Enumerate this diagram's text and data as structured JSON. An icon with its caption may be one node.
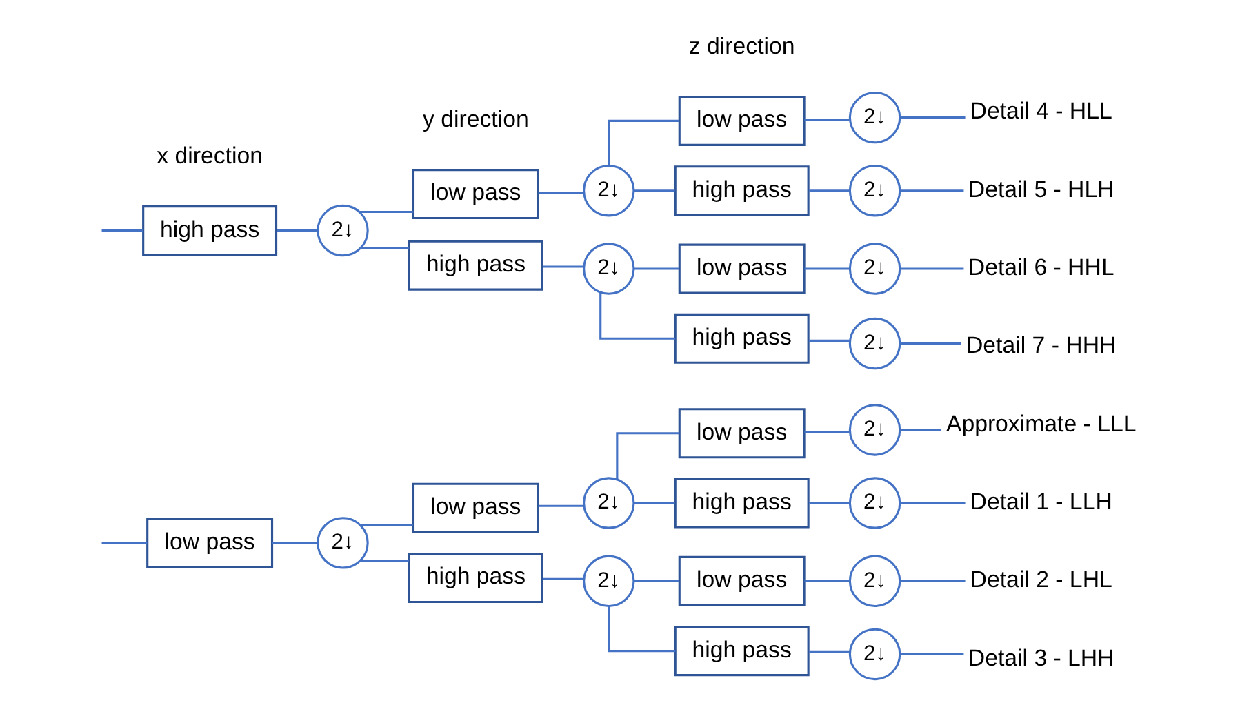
{
  "diagram": {
    "nodes": [
      {
        "text": [
          "low pass"
        ]
      },
      {
        "text": [
          "2↓"
        ]
      },
      {
        "text": [
          "low pass"
        ]
      },
      {
        "text": [
          "2↓"
        ]
      },
      {
        "text": [
          "low pass"
        ]
      },
      {
        "text": [
          "2↓"
        ]
      },
      {
        "text": [
          "Approximate - LLL"
        ]
      },
      {
        "text": [
          "high pass"
        ]
      },
      {
        "text": [
          "2↓"
        ]
      },
      {
        "text": [
          "Detail 1 - LLH"
        ]
      },
      {
        "text": [
          "high pass"
        ]
      },
      {
        "text": [
          "2↓"
        ]
      },
      {
        "text": [
          "low pass"
        ]
      },
      {
        "text": [
          "2↓"
        ]
      },
      {
        "text": [
          "Detail 2 - LHL"
        ]
      },
      {
        "text": [
          "high pass"
        ]
      },
      {
        "text": [
          "2↓"
        ]
      },
      {
        "text": [
          "Detail 3 - LHH"
        ]
      },
      {
        "text": [
          "high pass"
        ]
      },
      {
        "text": [
          "2↓"
        ]
      },
      {
        "text": [
          "low pass"
        ]
      },
      {
        "text": [
          "2↓"
        ]
      },
      {
        "text": [
          "low pass"
        ]
      },
      {
        "text": [
          "2↓"
        ]
      },
      {
        "text": [
          "Detail 4 - HLL"
        ]
      },
      {
        "text": [
          "high pass"
        ]
      },
      {
        "text": [
          "2↓"
        ]
      },
      {
        "text": [
          "Detail 5 - HLH"
        ]
      },
      {
        "text": [
          "high pass"
        ]
      },
      {
        "text": [
          "2↓"
        ]
      },
      {
        "text": [
          "low pass"
        ]
      },
      {
        "text": [
          "2↓"
        ]
      },
      {
        "text": [
          "Detail 6 - HHL"
        ]
      },
      {
        "text": [
          "high pass"
        ]
      },
      {
        "text": [
          "2↓"
        ]
      },
      {
        "text": [
          "Detail 7 - HHH"
        ]
      }
    ],
    "edges": [
      {
        "from": null,
        "to": 0,
        "arrow": "none"
      },
      {
        "from": null,
        "to": 18,
        "arrow": "none"
      },
      {
        "from": 0,
        "to": 1,
        "arrow": "none"
      },
      {
        "from": 1,
        "to": 2,
        "arrow": "none"
      },
      {
        "from": 1,
        "to": 10,
        "arrow": "none"
      },
      {
        "from": 2,
        "to": 3,
        "arrow": "none"
      },
      {
        "from": 3,
        "to": 4,
        "arrow": "none"
      },
      {
        "from": 3,
        "to": 7,
        "arrow": "none"
      },
      {
        "from": 4,
        "to": 5,
        "arrow": "none"
      },
      {
        "from": 5,
        "to": 6,
        "arrow": "none"
      },
      {
        "from": 7,
        "to": 8,
        "arrow": "none"
      },
      {
        "from": 8,
        "to": 9,
        "arrow": "none"
      },
      {
        "from": 10,
        "to": 11,
        "arrow": "none"
      },
      {
        "from": 11,
        "to": 12,
        "arrow": "none"
      },
      {
        "from": 11,
        "to": 15,
        "arrow": "none"
      },
      {
        "from": 12,
        "to": 13,
        "arrow": "none"
      },
      {
        "from": 13,
        "to": 14,
        "arrow": "none"
      },
      {
        "from": 15,
        "to": 16,
        "arrow": "none"
      },
      {
        "from": 16,
        "to": 17,
        "arrow": "none"
      },
      {
        "from": 18,
        "to": 19,
        "arrow": "none"
      },
      {
        "from": 19,
        "to": 20,
        "arrow": "none"
      },
      {
        "from": 19,
        "to": 28,
        "arrow": "none"
      },
      {
        "from": 20,
        "to": 21,
        "arrow": "none"
      },
      {
        "from": 21,
        "to": 22,
        "arrow": "none"
      },
      {
        "from": 21,
        "to": 25,
        "arrow": "none"
      },
      {
        "from": 22,
        "to": 23,
        "arrow": "none"
      },
      {
        "from": 23,
        "to": 24,
        "arrow": "none"
      },
      {
        "from": 25,
        "to": 26,
        "arrow": "none"
      },
      {
        "from": 26,
        "to": 27,
        "arrow": "none"
      },
      {
        "from": 28,
        "to": 29,
        "arrow": "none"
      },
      {
        "from": 29,
        "to": 30,
        "arrow": "none"
      },
      {
        "from": 29,
        "to": 33,
        "arrow": "none"
      },
      {
        "from": 30,
        "to": 31,
        "arrow": "none"
      },
      {
        "from": 31,
        "to": 32,
        "arrow": "none"
      },
      {
        "from": 33,
        "to": 34,
        "arrow": "none"
      },
      {
        "from": 34,
        "to": 35,
        "arrow": "none"
      }
    ],
    "labels": [
      "x direction",
      "y direction",
      "z direction"
    ]
  }
}
